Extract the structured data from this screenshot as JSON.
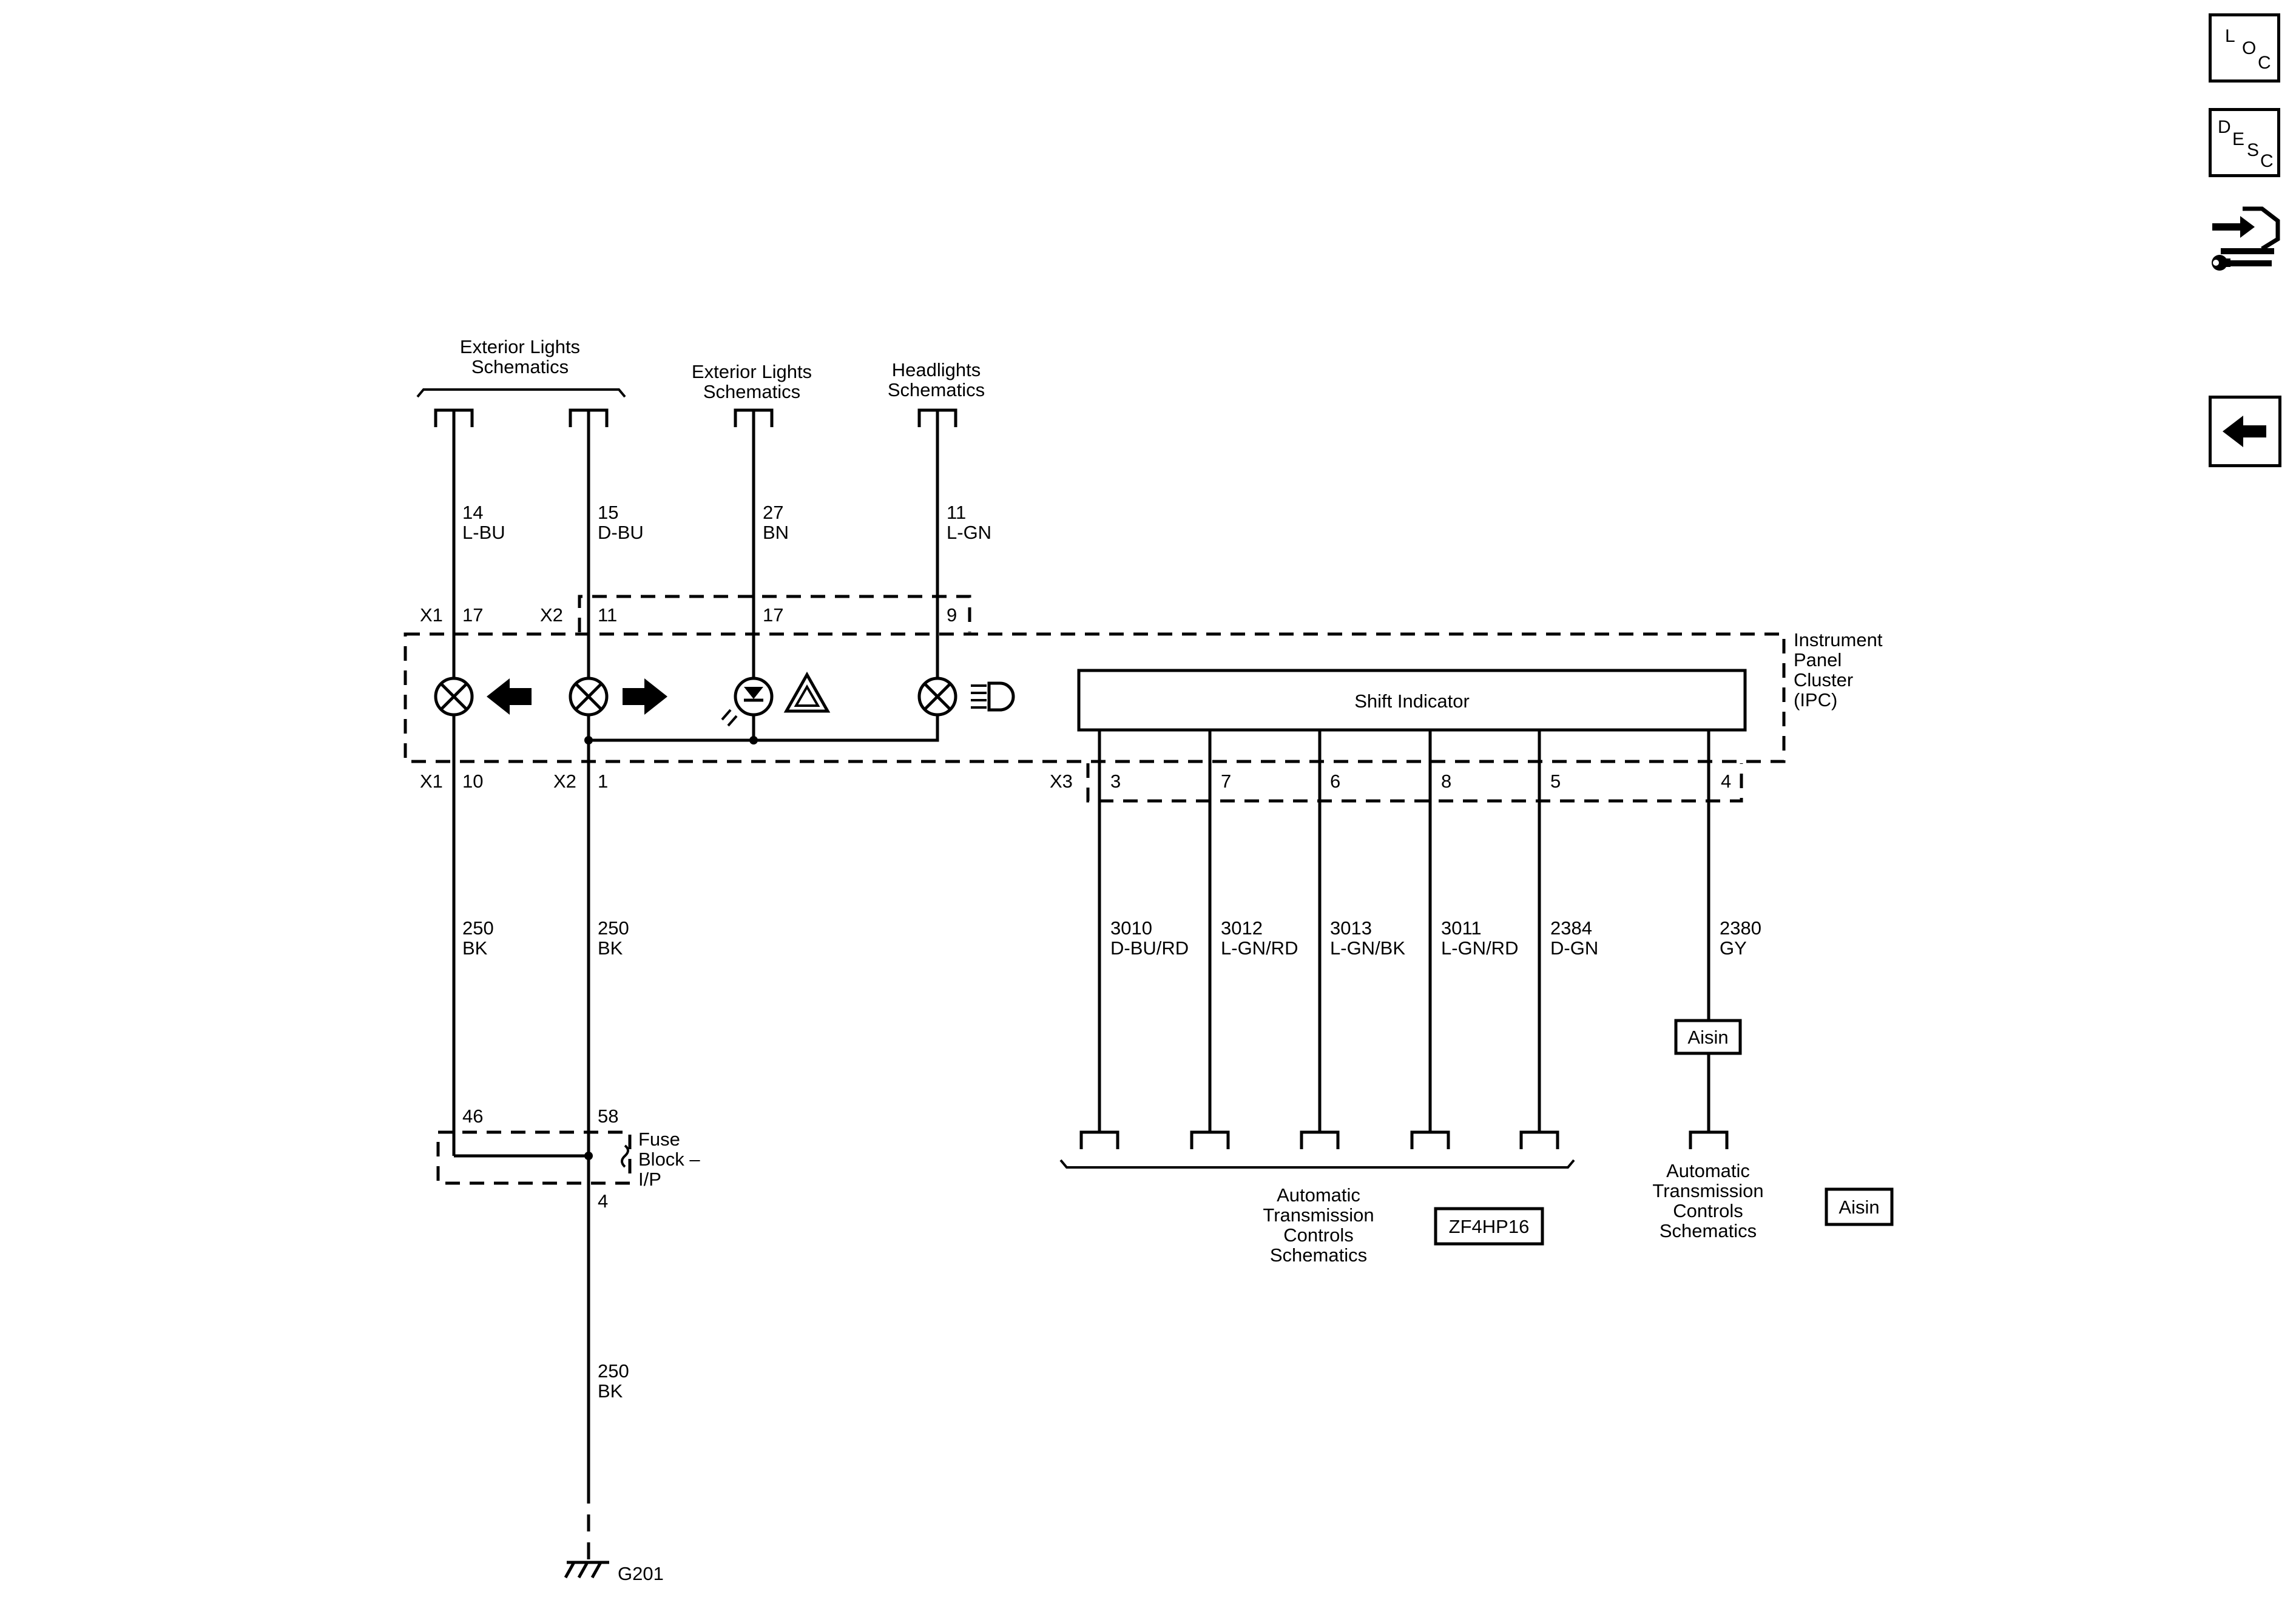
{
  "nav": {
    "loc": {
      "letters": [
        "L",
        "O",
        "C"
      ]
    },
    "desc": {
      "letters": [
        "D",
        "E",
        "S",
        "C"
      ]
    },
    "connector_icon": "connector-wrench-icon",
    "back_icon": "back-arrow-icon"
  },
  "refs": {
    "ext_lights_1": [
      "Exterior Lights",
      "Schematics"
    ],
    "ext_lights_2": [
      "Exterior Lights",
      "Schematics"
    ],
    "headlights": [
      "Headlights",
      "Schematics"
    ],
    "trans_zf": [
      "Automatic",
      "Transmission",
      "Controls",
      "Schematics"
    ],
    "trans_aisin": [
      "Automatic",
      "Transmission",
      "Controls",
      "Schematics"
    ]
  },
  "ipc": {
    "label": [
      "Instrument",
      "Panel",
      "Cluster",
      "(IPC)"
    ],
    "shift_indicator": "Shift Indicator"
  },
  "top_wires": [
    {
      "circuit": "14",
      "color": "L-BU"
    },
    {
      "circuit": "15",
      "color": "D-BU"
    },
    {
      "circuit": "27",
      "color": "BN"
    },
    {
      "circuit": "11",
      "color": "L-GN"
    }
  ],
  "top_pins": {
    "x1_conn": "X1",
    "x1_pin": "17",
    "x2_conn": "X2",
    "x2_pins": [
      "11",
      "17",
      "9"
    ]
  },
  "bottom_pins": {
    "x1_conn": "X1",
    "x1_pin": "10",
    "x2_conn": "X2",
    "x2_pin": "1",
    "x3_conn": "X3",
    "x3_pins": [
      "3",
      "7",
      "6",
      "8",
      "5",
      "4"
    ]
  },
  "ground_wires": [
    {
      "circuit": "250",
      "color": "BK"
    },
    {
      "circuit": "250",
      "color": "BK"
    }
  ],
  "trans_wires": [
    {
      "circuit": "3010",
      "color": "D-BU/RD"
    },
    {
      "circuit": "3012",
      "color": "L-GN/RD"
    },
    {
      "circuit": "3013",
      "color": "L-GN/BK"
    },
    {
      "circuit": "3011",
      "color": "L-GN/RD"
    },
    {
      "circuit": "2384",
      "color": "D-GN"
    },
    {
      "circuit": "2380",
      "color": "GY"
    }
  ],
  "fuse_block": {
    "label": [
      "Fuse",
      "Block –",
      "I/P"
    ],
    "pin_a": "46",
    "pin_b": "58",
    "pin_out": "4"
  },
  "lower_wire": {
    "circuit": "250",
    "color": "BK"
  },
  "ground": {
    "label": "G201"
  },
  "options": {
    "aisin_inline": "Aisin",
    "zf": "ZF4HP16",
    "aisin": "Aisin"
  }
}
